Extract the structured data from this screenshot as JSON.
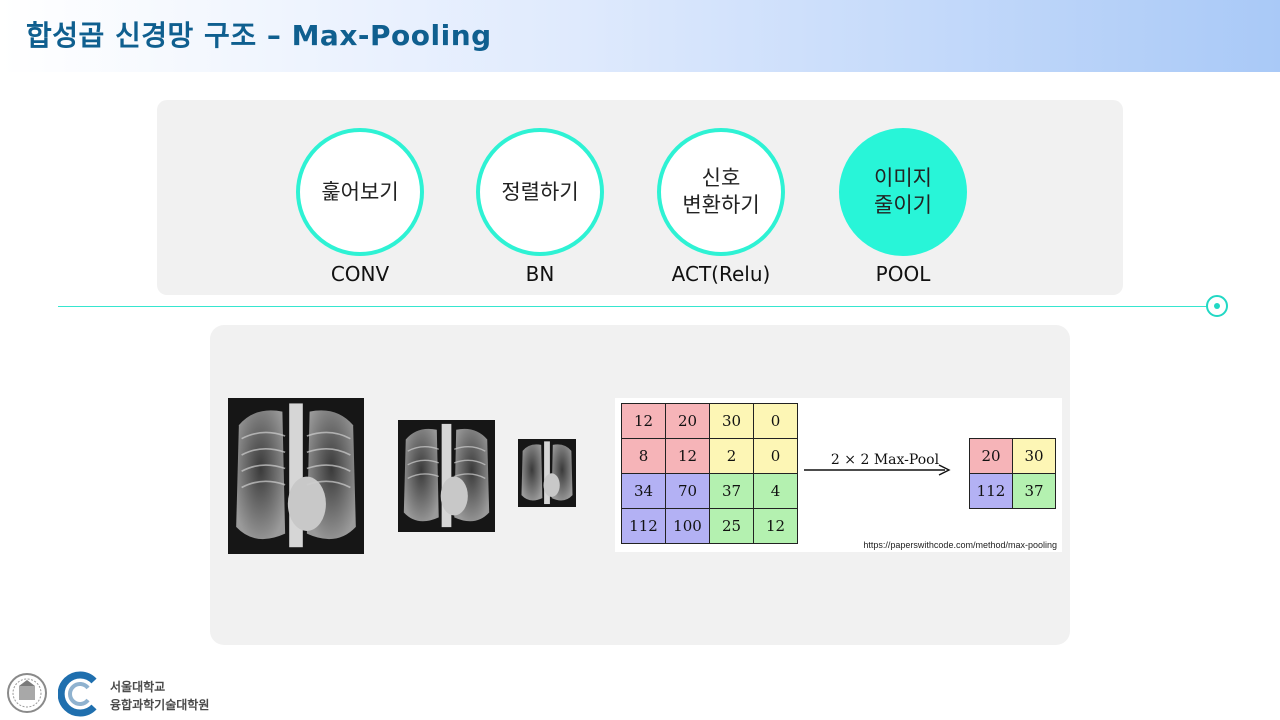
{
  "header": {
    "title": "합성곱 신경망 구조 – Max-Pooling"
  },
  "pipeline": {
    "steps": [
      {
        "label": "훑어보기",
        "code": "CONV",
        "active": false
      },
      {
        "label": "정렬하기",
        "code": "BN",
        "active": false
      },
      {
        "label": "신호\n변환하기",
        "code": "ACT(Relu)",
        "active": false
      },
      {
        "label": "이미지\n줄이기",
        "code": "POOL",
        "active": true
      }
    ]
  },
  "colors": {
    "accent": "#2ef2d4",
    "active_fill": "#28f5d8",
    "title": "#0f5f8f",
    "cell_red": "#f6b4b8",
    "cell_yellow": "#fdf6b5",
    "cell_blue": "#b3b1f4",
    "cell_green": "#b4f1b0"
  },
  "figure": {
    "input_grid": [
      [
        "12",
        "20",
        "30",
        "0"
      ],
      [
        "8",
        "12",
        "2",
        "0"
      ],
      [
        "34",
        "70",
        "37",
        "4"
      ],
      [
        "112",
        "100",
        "25",
        "12"
      ]
    ],
    "operation_label": "2 × 2 Max-Pool",
    "output_grid": [
      [
        "20",
        "30"
      ],
      [
        "112",
        "37"
      ]
    ],
    "source": "https://paperswithcode.com/method/max-pooling"
  },
  "footer": {
    "university": "서울대학교",
    "school": "융합과학기술대학원"
  }
}
